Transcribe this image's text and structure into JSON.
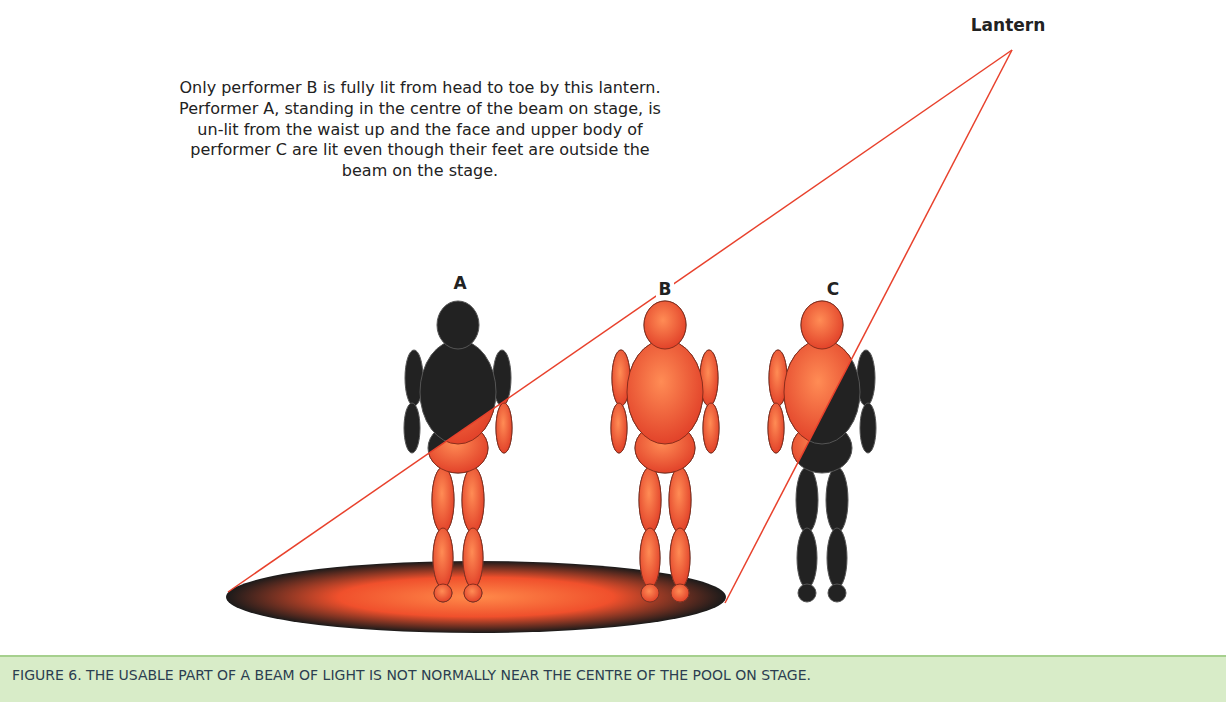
{
  "diagram": {
    "caption": "FIGURE 6. THE USABLE PART OF A BEAM OF LIGHT IS NOT NORMALLY NEAR THE CENTRE OF THE POOL ON STAGE.",
    "labels": [
      "Lantern",
      "Only performer B is fully lit from head to toe by this lantern. Performer A, standing in the centre of the beam on stage, is un-lit from the waist up and the face and upper body of performer C are lit even though their feet are outside the beam on the stage.",
      "A",
      "B",
      "C"
    ]
  }
}
